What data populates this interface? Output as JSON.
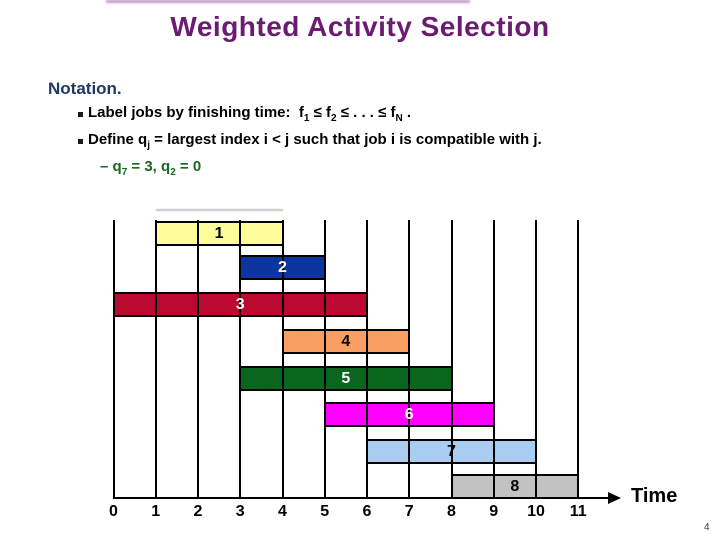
{
  "slide": {
    "title": "Weighted Activity Selection",
    "page_number": "4"
  },
  "notation": {
    "heading": "Notation.",
    "bullets": [
      {
        "segments": [
          {
            "text": "Label jobs by finishing time:  f"
          },
          {
            "text": "1",
            "sub": true
          },
          {
            "text": " ≤ f"
          },
          {
            "text": "2",
            "sub": true
          },
          {
            "text": " ≤ . . . ≤ f"
          },
          {
            "text": "N",
            "sub": true
          },
          {
            "text": " ."
          }
        ]
      },
      {
        "segments": [
          {
            "text": "Define q"
          },
          {
            "text": "j",
            "sub": true
          },
          {
            "text": " = largest index i < j such that job i is compatible with j."
          }
        ]
      }
    ],
    "sub_bullet": {
      "segments": [
        {
          "text": "– q"
        },
        {
          "text": "7",
          "sub": true
        },
        {
          "text": " = 3, q"
        },
        {
          "text": "2",
          "sub": true
        },
        {
          "text": " = 0"
        }
      ]
    }
  },
  "chart_data": {
    "type": "interval-gantt",
    "xlabel": "Time",
    "xlim": [
      0,
      11
    ],
    "x_ticks": [
      "0",
      "1",
      "2",
      "3",
      "4",
      "5",
      "6",
      "7",
      "8",
      "9",
      "10",
      "11"
    ],
    "grid": "vertical-gridlines-over-bars",
    "legend": "none",
    "jobs": [
      {
        "label": "1",
        "row": 1,
        "start": 1,
        "finish": 4,
        "color": "#FFFC9C",
        "label_color": "#000000"
      },
      {
        "label": "2",
        "row": 2,
        "start": 3,
        "finish": 5,
        "color": "#0C35A0",
        "label_color": "#FFFFFF"
      },
      {
        "label": "3",
        "row": 3,
        "start": 0,
        "finish": 6,
        "color": "#BB0A30",
        "label_color": "#FFFFFF"
      },
      {
        "label": "4",
        "row": 4,
        "start": 4,
        "finish": 7,
        "color": "#FA9E64",
        "label_color": "#000000"
      },
      {
        "label": "5",
        "row": 5,
        "start": 3,
        "finish": 8,
        "color": "#0A661C",
        "label_color": "#FFFFFF"
      },
      {
        "label": "6",
        "row": 6,
        "start": 5,
        "finish": 9,
        "color": "#FF00FF",
        "label_color": "#FFFFFF"
      },
      {
        "label": "7",
        "row": 7,
        "start": 6,
        "finish": 10,
        "color": "#A8CDF0",
        "label_color": "#000000"
      },
      {
        "label": "8",
        "row": 8,
        "start": 8,
        "finish": 11,
        "color": "#C2C2C2",
        "label_color": "#000000"
      }
    ]
  },
  "colors": {
    "title_text": "#6B1B72",
    "heading_text": "#1F3864",
    "sub_bullet_text": "#176B21",
    "grid_line": "#000000",
    "body_text": "#000000",
    "background": "#FFFFFF"
  }
}
